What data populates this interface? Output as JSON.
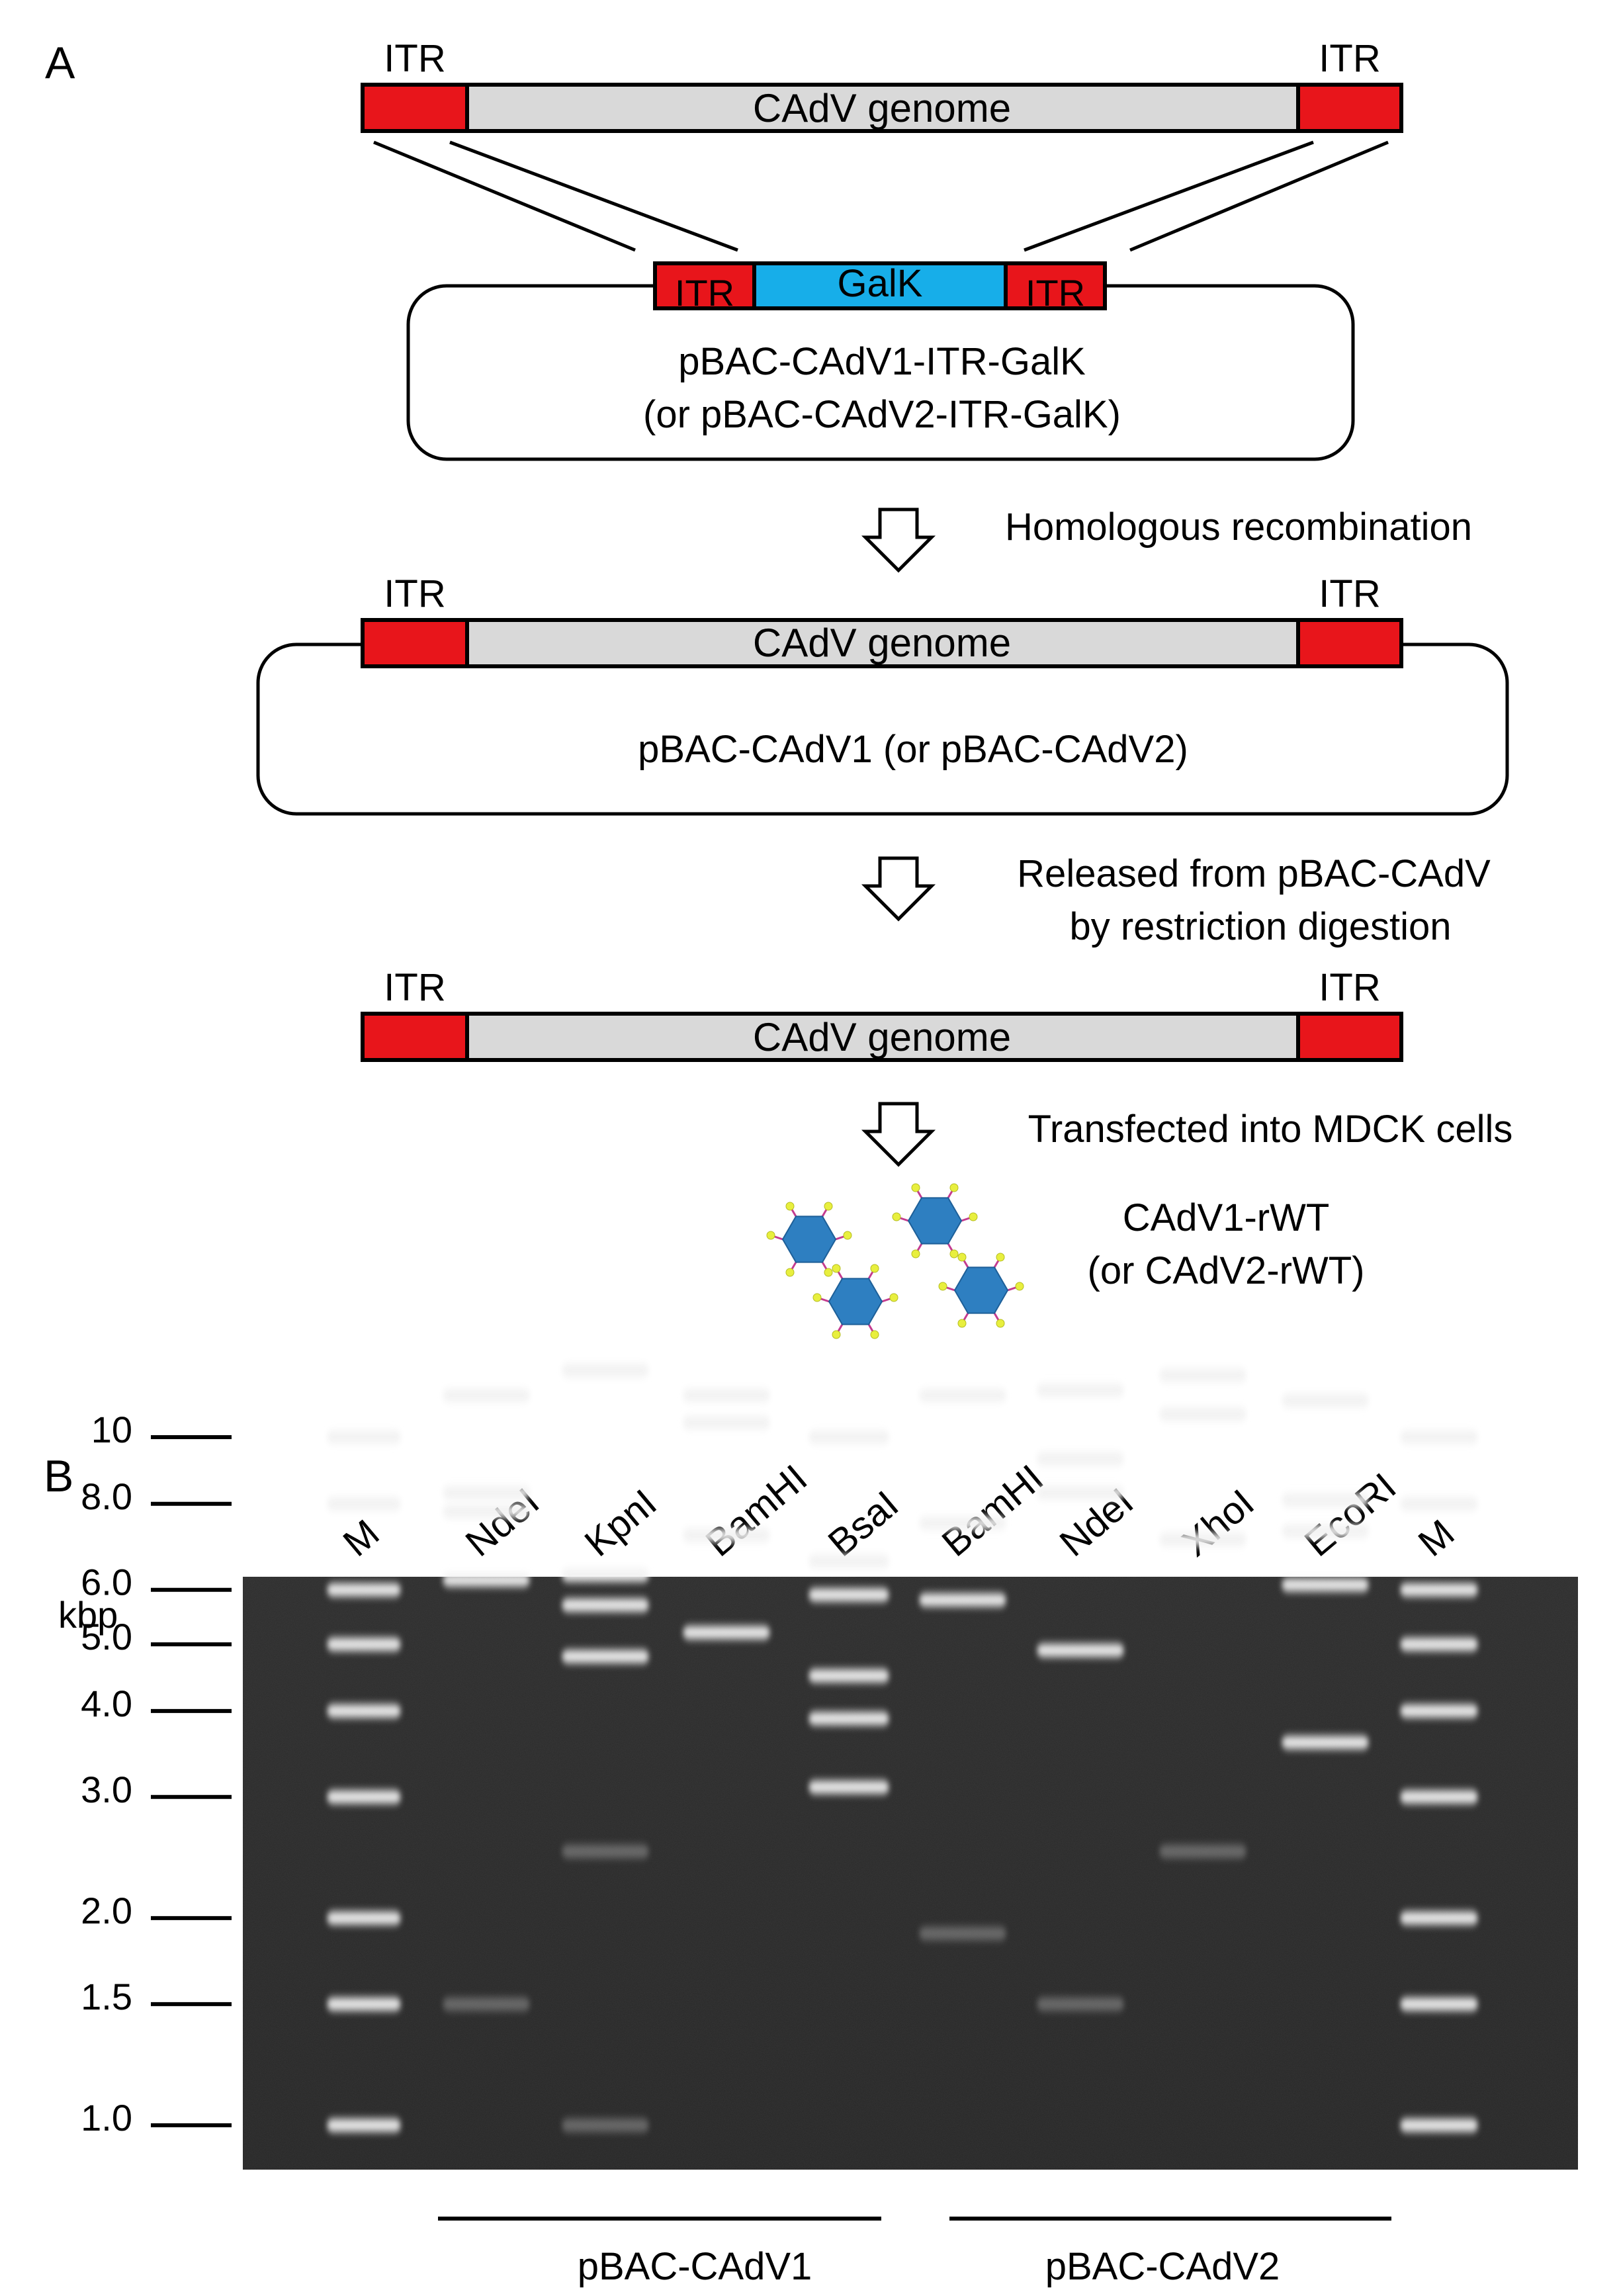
{
  "panel_a": {
    "panel_label": "A",
    "itr_label": "ITR",
    "genome_label": "CAdV genome",
    "galk_label": "GalK",
    "plasmid_galk_line1": "pBAC-CAdV1-ITR-GalK",
    "plasmid_galk_line2": "(or pBAC-CAdV2-ITR-GalK)",
    "step1_label": "Homologous recombination",
    "plasmid_label": "pBAC-CAdV1 (or pBAC-CAdV2)",
    "step2_line1": "Released from pBAC-CAdV",
    "step2_line2": "by restriction digestion",
    "step3_label": "Transfected into MDCK cells",
    "virus_line1": "CAdV1-rWT",
    "virus_line2": "(or CAdV2-rWT)",
    "colors": {
      "itr": "#e8151b",
      "genome": "#d9d9d9",
      "galk": "#17aee9",
      "virion": "#2e7fc1"
    }
  },
  "panel_b": {
    "panel_label": "B",
    "unit_label": "kbp",
    "lanes": [
      "M",
      "NdeI",
      "KpnI",
      "BamHI",
      "BsaI",
      "BamHI",
      "NdeI",
      "XhoI",
      "EcoRI",
      "M"
    ],
    "marker_kbp": [
      "10",
      "8.0",
      "6.0",
      "5.0",
      "4.0",
      "3.0",
      "2.0",
      "1.5",
      "1.0"
    ],
    "group1_label": "pBAC-CAdV1",
    "group2_label": "pBAC-CAdV2",
    "lane_bands_kbp": [
      [
        10,
        8,
        6,
        5,
        4,
        3,
        2,
        1.5,
        1
      ],
      [
        11.5,
        8.3,
        7.8,
        6.2,
        1.5
      ],
      [
        12.5,
        6.3,
        5.7,
        4.8,
        2.5,
        1
      ],
      [
        11.5,
        10.5,
        7.2,
        5.2
      ],
      [
        10,
        6.6,
        5.9,
        4.5,
        3.9,
        3.1
      ],
      [
        11.5,
        7.5,
        5.8,
        1.9
      ],
      [
        11.7,
        9.3,
        8.3,
        4.9,
        1.5
      ],
      [
        12.3,
        10.8,
        7.1,
        2.5
      ],
      [
        11.3,
        8.1,
        7.3,
        6.1,
        3.6
      ],
      [
        10,
        8,
        6,
        5,
        4,
        3,
        2,
        1.5,
        1
      ]
    ]
  }
}
